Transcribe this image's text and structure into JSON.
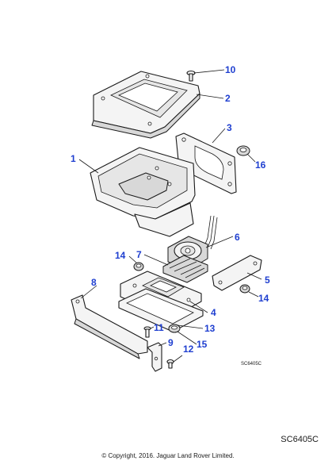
{
  "callouts": {
    "c1": "1",
    "c2": "2",
    "c3": "3",
    "c4": "4",
    "c5": "5",
    "c6": "6",
    "c7": "7",
    "c8": "8",
    "c9": "9",
    "c10": "10",
    "c11": "11",
    "c12": "12",
    "c13": "13",
    "c14a": "14",
    "c14b": "14",
    "c15": "15",
    "c16": "16"
  },
  "diagram_ref_small": "SC6405C",
  "diagram_ref": "SC6405C",
  "copyright": "© Copyright, 2016. Jaguar Land Rover Limited.",
  "colors": {
    "callout": "#1f3fd0",
    "line": "#1a1a1a"
  }
}
